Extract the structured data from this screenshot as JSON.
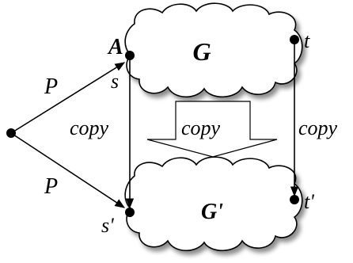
{
  "diagram": {
    "graph_top": "G",
    "graph_bottom": "G'",
    "node_a": "A",
    "node_s": "s",
    "node_t": "t",
    "node_s_prime": "s'",
    "node_t_prime": "t'",
    "edge_p_upper": "P",
    "edge_p_lower": "P",
    "copy_left": "copy",
    "copy_middle": "copy",
    "copy_right": "copy"
  }
}
